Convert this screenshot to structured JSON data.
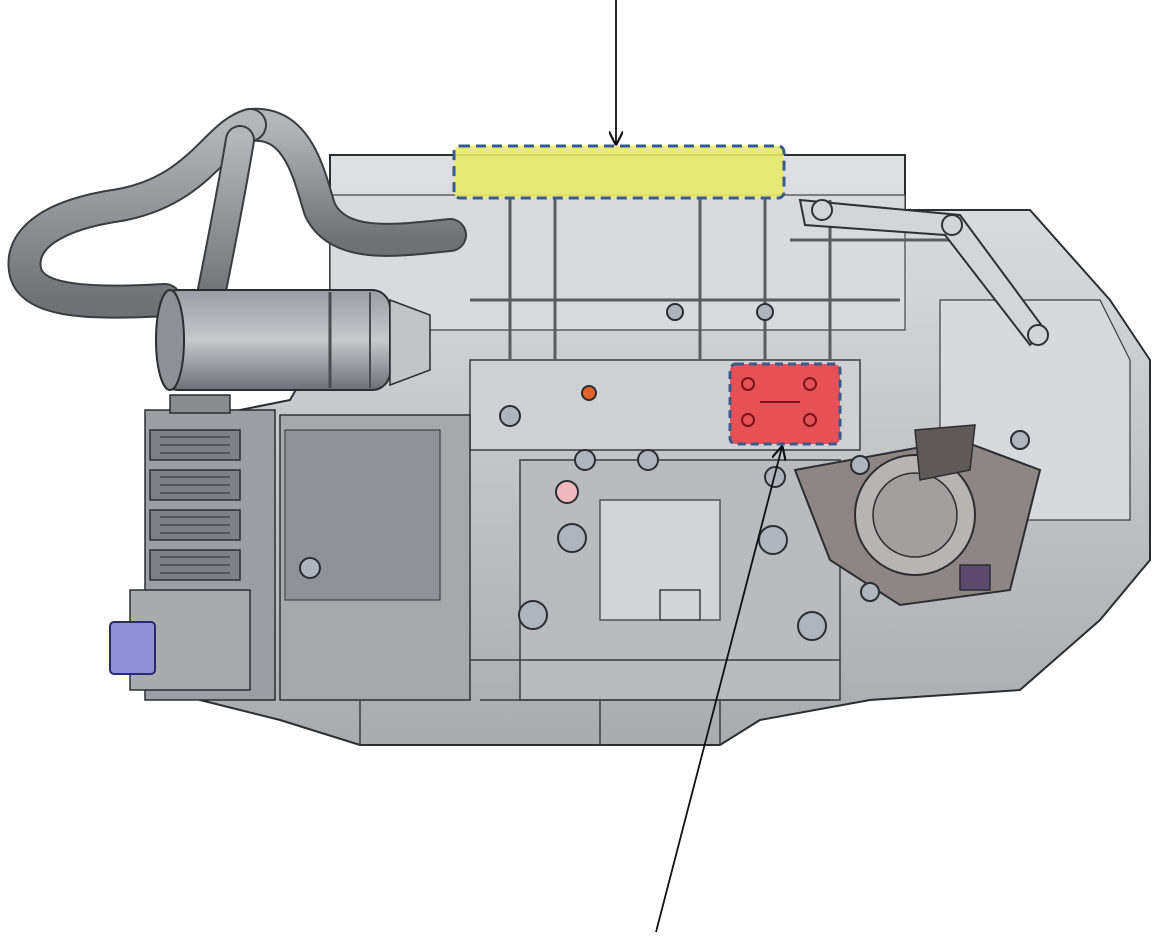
{
  "diagram": {
    "subject": "engine-assembly-side-view",
    "highlights": [
      {
        "id": "top-highlight",
        "color": "#e8ea6a"
      },
      {
        "id": "center-highlight",
        "color": "#e8424a"
      }
    ],
    "colors": {
      "background": "#ffffff",
      "body": "#c9cbce",
      "body_dark": "#8e9196",
      "outline": "#2b2d31",
      "pipe": "#9a9ca0",
      "connector": "#8f90d8",
      "dash": "#3a5a8a",
      "leader": "#111111"
    }
  }
}
